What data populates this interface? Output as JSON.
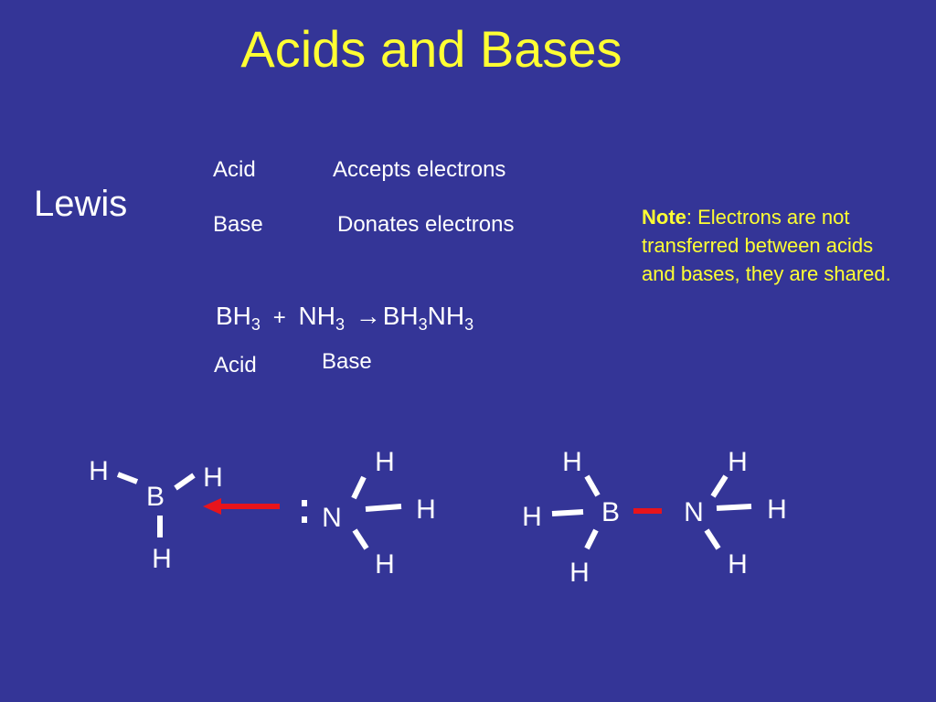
{
  "title": "Acids and Bases",
  "section": "Lewis",
  "definitions": [
    {
      "term": "Acid",
      "meaning": "Accepts electrons"
    },
    {
      "term": "Base",
      "meaning": "Donates electrons"
    }
  ],
  "note": {
    "label": "Note",
    "text": ": Electrons are not transferred between acids and bases, they are shared."
  },
  "equation": {
    "reactant1": {
      "formula": "BH",
      "subscript": "3"
    },
    "plus": "+",
    "reactant2": {
      "formula": "NH",
      "subscript": "3"
    },
    "arrow": "→",
    "product": [
      {
        "formula": "BH",
        "subscript": "3"
      },
      {
        "formula": "NH",
        "subscript": "3"
      }
    ],
    "labels": {
      "acid": "Acid",
      "base": "Base"
    }
  },
  "diagram": {
    "boron": "B",
    "nitrogen": "N",
    "hydrogen": "H",
    "lone_pair": ":",
    "colors": {
      "bond": "#ffffff",
      "arrow": "#e8141b",
      "new_bond": "#e8141b",
      "text": "#ffffff",
      "accent": "#ffff33",
      "background": "#343597"
    }
  }
}
